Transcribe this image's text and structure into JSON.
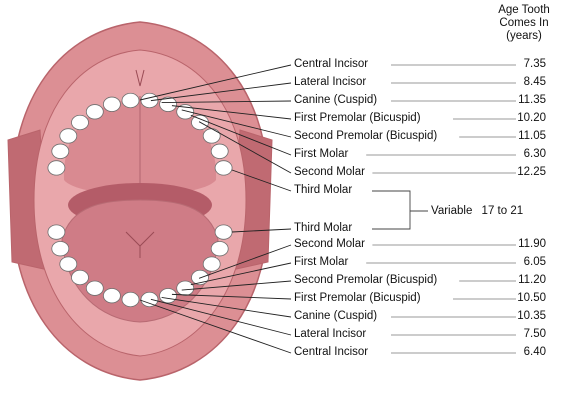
{
  "header": {
    "line1": "Age Tooth",
    "line2": "Comes In",
    "line3": "(years)"
  },
  "upper_teeth": [
    {
      "name": "Central Incisor",
      "age": "7.35"
    },
    {
      "name": "Lateral Incisor",
      "age": "8.45"
    },
    {
      "name": "Canine (Cuspid)",
      "age": "11.35"
    },
    {
      "name": "First Premolar (Bicuspid)",
      "age": "10.20"
    },
    {
      "name": "Second Premolar (Bicuspid)",
      "age": "11.05"
    },
    {
      "name": "First Molar",
      "age": "6.30"
    },
    {
      "name": "Second Molar",
      "age": "12.25"
    }
  ],
  "third_molars": {
    "upper": "Third Molar",
    "lower": "Third Molar",
    "note_word": "Variable",
    "note_range": "17 to 21"
  },
  "lower_teeth": [
    {
      "name": "Second Molar",
      "age": "11.90"
    },
    {
      "name": "First Molar",
      "age": "6.05"
    },
    {
      "name": "Second Premolar (Bicuspid)",
      "age": "11.20"
    },
    {
      "name": "First Premolar (Bicuspid)",
      "age": "10.50"
    },
    {
      "name": "Canine (Cuspid)",
      "age": "10.35"
    },
    {
      "name": "Lateral Incisor",
      "age": "7.50"
    },
    {
      "name": "Central Incisor",
      "age": "6.40"
    }
  ],
  "colors": {
    "lip": "#dc8f94",
    "lip_dark": "#b9646b",
    "gum": "#e9a7ab",
    "palate": "#d98a91",
    "throat": "#b45c68",
    "tongue": "#cf7c86",
    "cheek": "#c06a72",
    "tooth": "#ffffff",
    "tooth_outline": "#6e6e6e",
    "leader": "#222222"
  }
}
